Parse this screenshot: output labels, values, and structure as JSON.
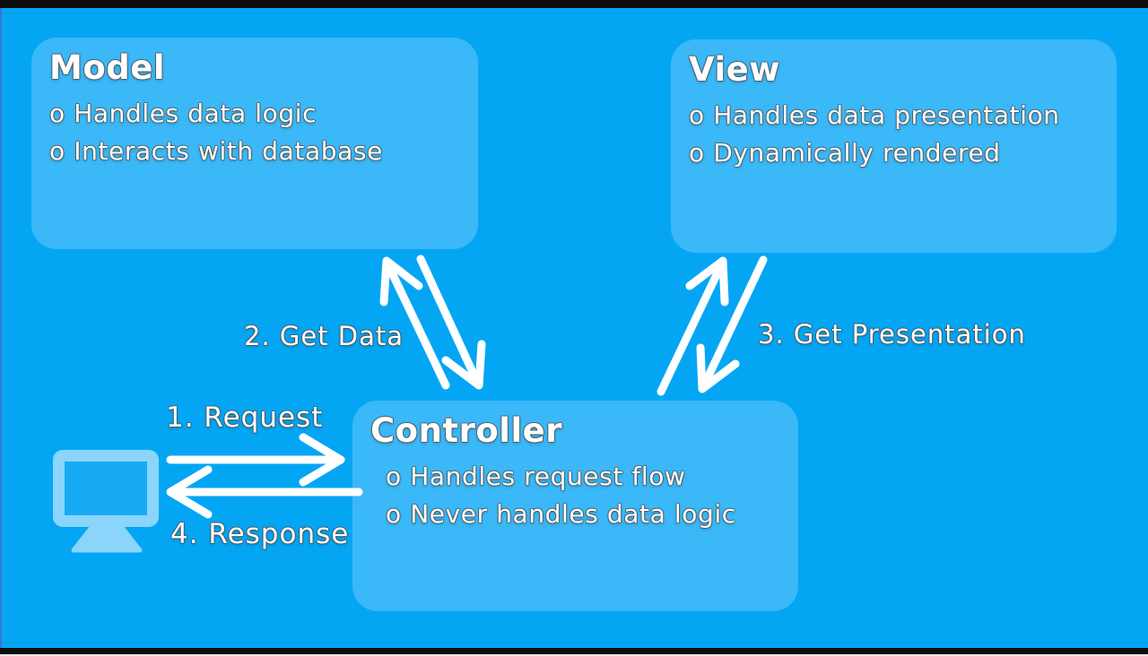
{
  "colors": {
    "bg": "#04a6f4",
    "box": "#3ab8f8",
    "bar": "#0d0d0d",
    "bottom-strip": "#e6e6e6",
    "left-accent": "#3d74d6",
    "icon": "#8bd4fa",
    "screen": "#18aaf2",
    "arrow": "#ffffff",
    "text": "#ffffff"
  },
  "boxes": {
    "model": {
      "title": "Model",
      "bullets": [
        "o Handles data logic",
        "o Interacts with database"
      ]
    },
    "view": {
      "title": "View",
      "bullets": [
        "o Handles data presentation",
        "o Dynamically rendered"
      ]
    },
    "controller": {
      "title": "Controller",
      "bullets": [
        "o Handles request flow",
        "o Never handles data logic"
      ]
    }
  },
  "labels": {
    "step1": "1. Request",
    "step2": "2. Get Data",
    "step3": "3. Get Presentation",
    "step4": "4. Response"
  },
  "icons": {
    "client": "computer-monitor-icon"
  }
}
